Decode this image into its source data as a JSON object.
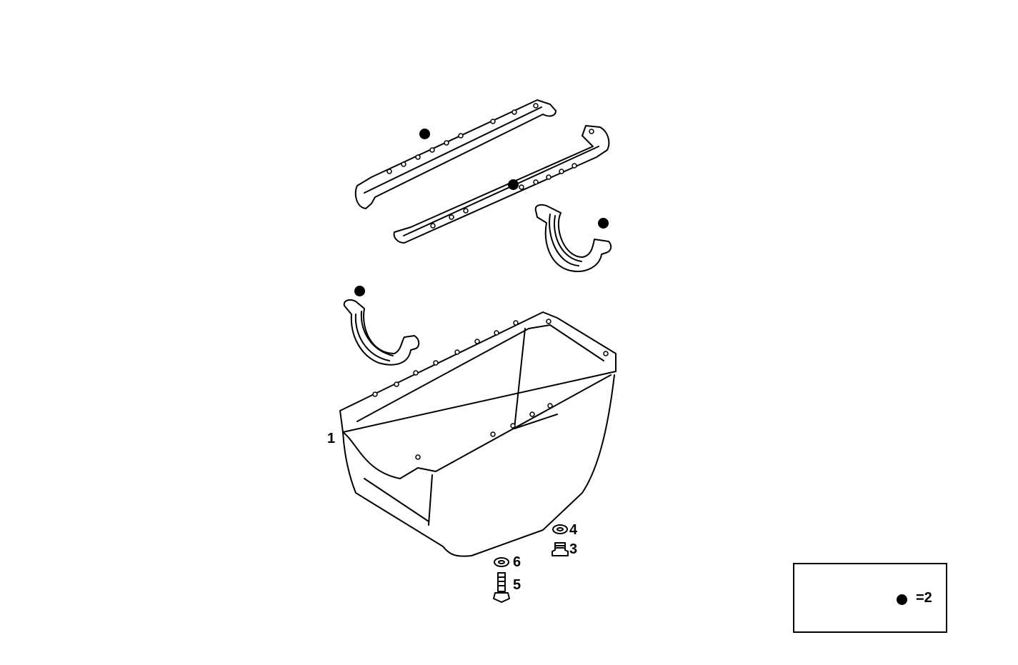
{
  "diagram": {
    "type": "exploded-parts-view",
    "subject": "oil sump (oil pan) with gaskets",
    "callouts": [
      {
        "id": "1",
        "label": "1",
        "part": "oil sump"
      },
      {
        "id": "3",
        "label": "3",
        "part": "drain plug"
      },
      {
        "id": "4",
        "label": "4",
        "part": "washer"
      },
      {
        "id": "5",
        "label": "5",
        "part": "bolt"
      },
      {
        "id": "6",
        "label": "6",
        "part": "washer"
      }
    ],
    "kit_markers": 4,
    "legend": {
      "marker": "●",
      "text": "=2"
    }
  }
}
